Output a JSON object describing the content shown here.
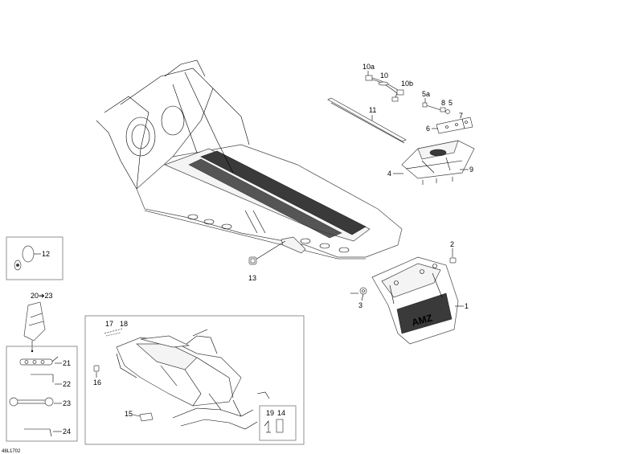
{
  "drawing_code": "48L1702",
  "callouts": {
    "c1": "1",
    "c2": "2",
    "c3": "3",
    "c4": "4",
    "c5": "5",
    "c5a": "5a",
    "c6": "6",
    "c7": "7",
    "c8": "8",
    "c9": "9",
    "c10": "10",
    "c10a": "10a",
    "c10b": "10b",
    "c11": "11",
    "c12": "12",
    "c13": "13",
    "c14": "14",
    "c15": "15",
    "c16": "16",
    "c17": "17",
    "c18": "18",
    "c19": "19",
    "c20_23": "20➔23",
    "c21": "21",
    "c22": "22",
    "c23": "23",
    "c24": "24"
  },
  "logo_text": "AMZ"
}
